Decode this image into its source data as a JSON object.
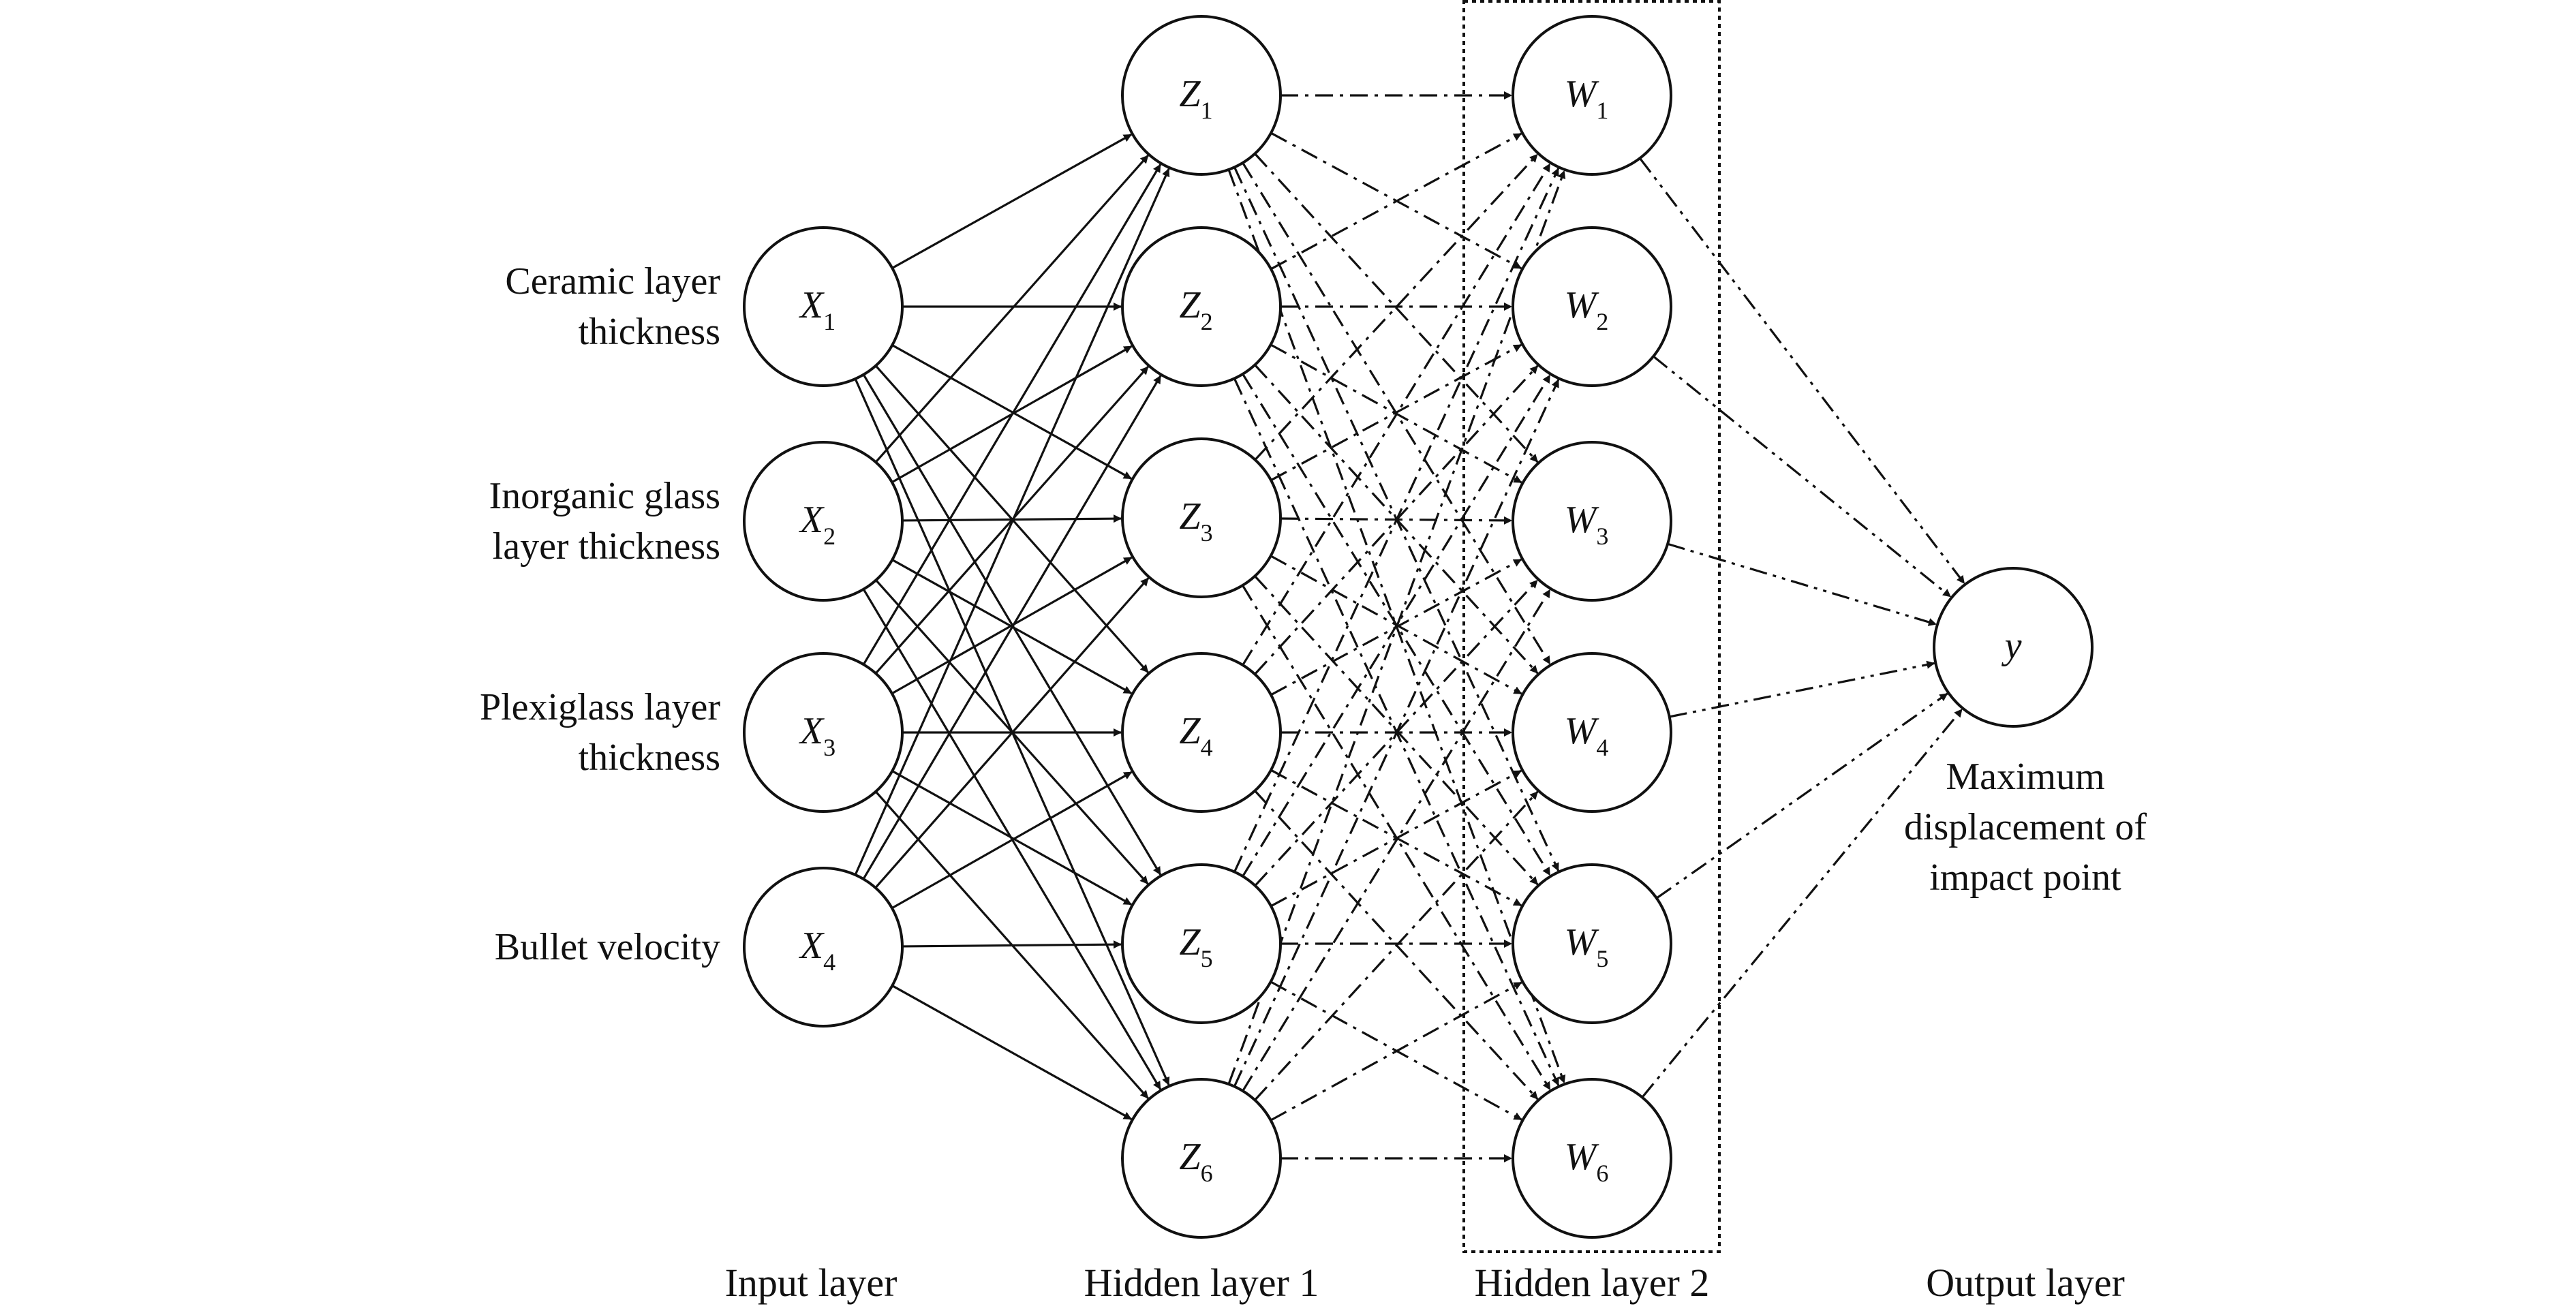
{
  "input_layer": {
    "title": "Input layer",
    "nodes": [
      {
        "symbol": "X",
        "index": "1",
        "label_lines": [
          "Ceramic layer",
          "thickness"
        ]
      },
      {
        "symbol": "X",
        "index": "2",
        "label_lines": [
          "Inorganic glass",
          "layer thickness"
        ]
      },
      {
        "symbol": "X",
        "index": "3",
        "label_lines": [
          "Plexiglass layer",
          "thickness"
        ]
      },
      {
        "symbol": "X",
        "index": "4",
        "label_lines": [
          "Bullet velocity"
        ]
      }
    ]
  },
  "hidden_layer_1": {
    "title": "Hidden layer 1",
    "nodes": [
      {
        "symbol": "Z",
        "index": "1"
      },
      {
        "symbol": "Z",
        "index": "2"
      },
      {
        "symbol": "Z",
        "index": "3"
      },
      {
        "symbol": "Z",
        "index": "4"
      },
      {
        "symbol": "Z",
        "index": "5"
      },
      {
        "symbol": "Z",
        "index": "6"
      }
    ]
  },
  "hidden_layer_2": {
    "title": "Hidden layer 2",
    "nodes": [
      {
        "symbol": "W",
        "index": "1"
      },
      {
        "symbol": "W",
        "index": "2"
      },
      {
        "symbol": "W",
        "index": "3"
      },
      {
        "symbol": "W",
        "index": "4"
      },
      {
        "symbol": "W",
        "index": "5"
      },
      {
        "symbol": "W",
        "index": "6"
      }
    ]
  },
  "output_layer": {
    "title": "Output layer",
    "nodes": [
      {
        "symbol": "y",
        "index": "",
        "label_lines": [
          "Maximum",
          "displacement of",
          "impact point"
        ]
      }
    ]
  },
  "connections": {
    "input_to_hidden1": "solid",
    "hidden1_to_hidden2": "dash-dot",
    "hidden2_to_output": "dash-dot-dot"
  },
  "colors": {
    "line": "#111111",
    "background": "#ffffff"
  }
}
